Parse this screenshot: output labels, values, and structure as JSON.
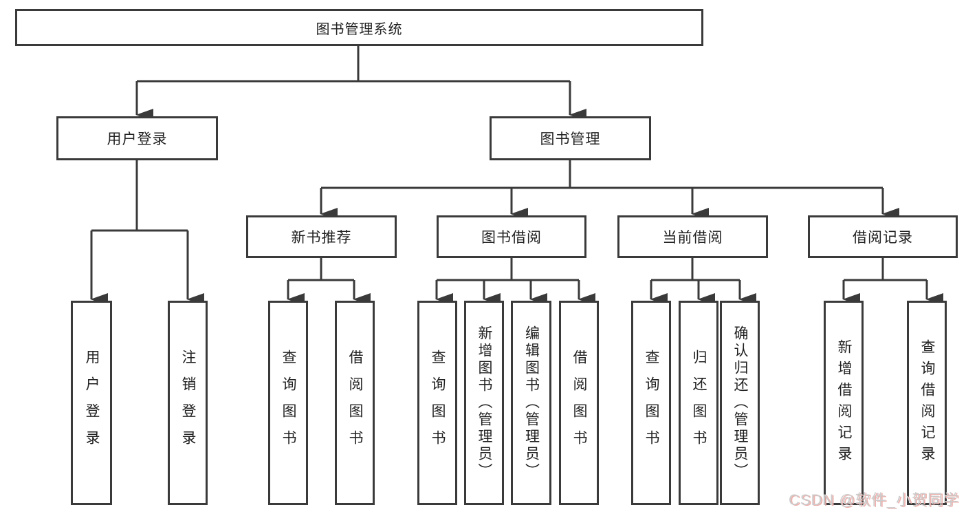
{
  "diagram": {
    "root": "图书管理系统",
    "branches": [
      {
        "label": "用户登录",
        "children": [
          "用户登录",
          "注销登录"
        ]
      },
      {
        "label": "图书管理",
        "sections": [
          {
            "label": "新书推荐",
            "children": [
              "查询图书",
              "借阅图书"
            ]
          },
          {
            "label": "图书借阅",
            "children": [
              "查询图书",
              "新增图书（管理员）",
              "编辑图书（管理员）",
              "借阅图书"
            ]
          },
          {
            "label": "当前借阅",
            "children": [
              "查询图书",
              "归还图书",
              "确认归还（管理员）"
            ]
          },
          {
            "label": "借阅记录",
            "children": [
              "新增借阅记录",
              "查询借阅记录"
            ]
          }
        ]
      }
    ],
    "colors": {
      "line": "#3a3a3a",
      "text": "#212121",
      "background": "#ffffff",
      "watermark_gray": "#cbcbcb",
      "watermark_red": "#ecb0ac"
    }
  },
  "watermark": {
    "text": "CSDN @软件_小贺同学"
  }
}
